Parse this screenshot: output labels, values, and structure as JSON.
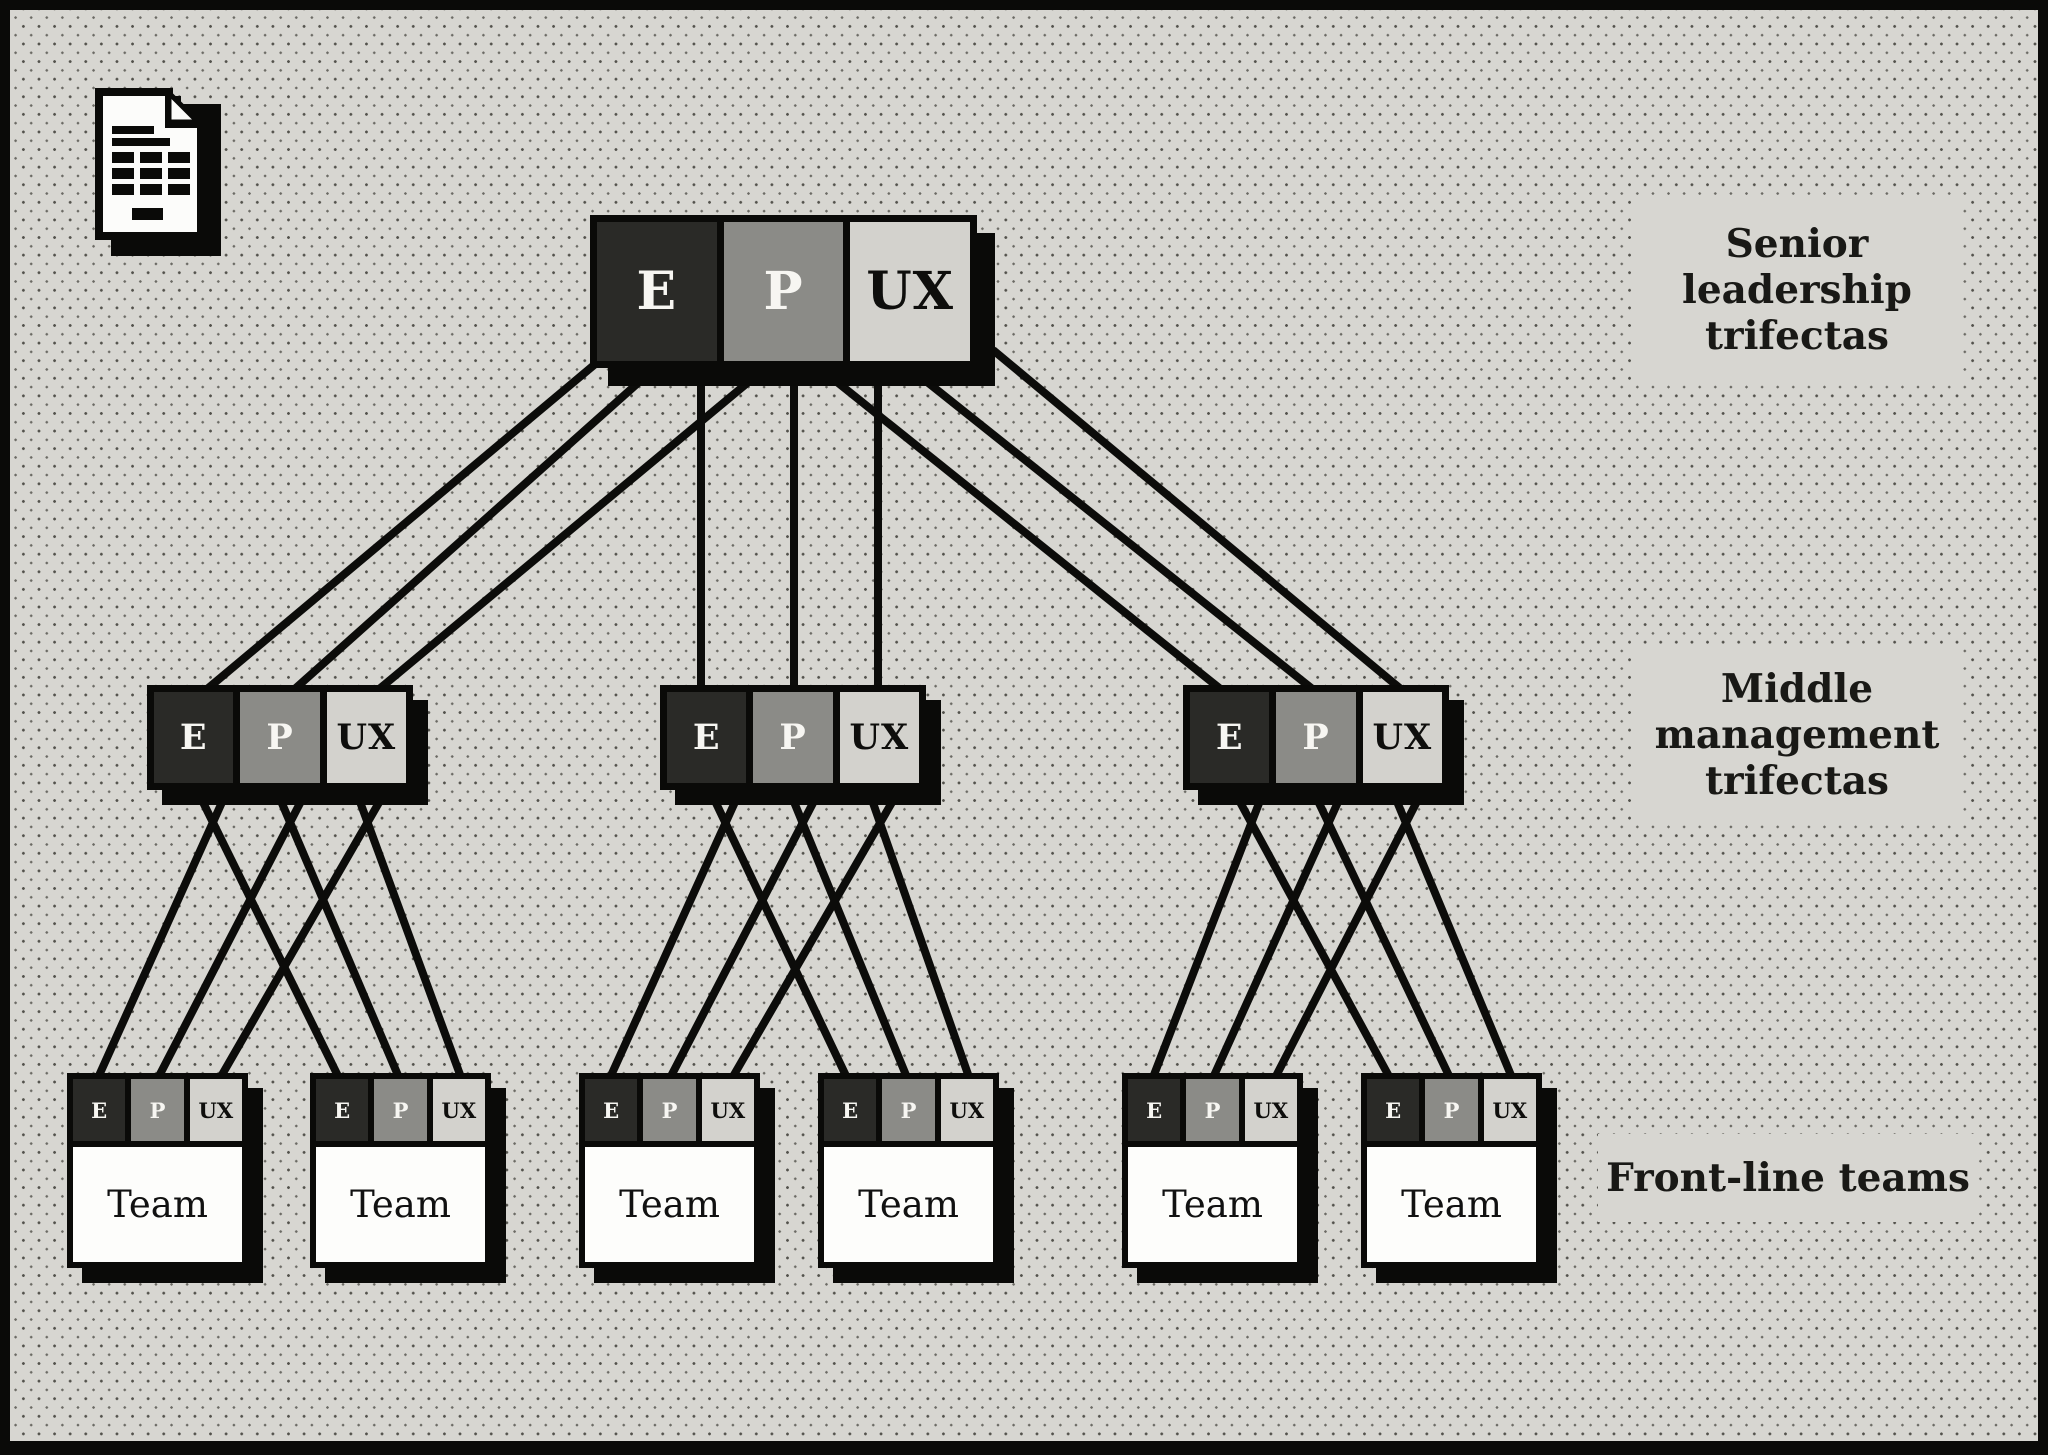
{
  "diagram_title": "",
  "letters": {
    "e": "E",
    "p": "P",
    "ux": "UX"
  },
  "team_label": "Team",
  "levels": {
    "senior": {
      "label": "Senior\nleadership\ntrifectas"
    },
    "middle": {
      "label": "Middle\nmanagement\ntrifectas"
    },
    "frontline": {
      "label": "Front-line teams"
    }
  },
  "structure": {
    "senior_trifectas": 1,
    "middle_trifectas": 3,
    "frontline_teams": 6,
    "teams_per_middle_trifecta": 2
  },
  "colors": {
    "background": "#d7d6d1",
    "dot": "#53524c",
    "black": "#0a0a08",
    "cell_dark": "#2a2a27",
    "cell_mid": "#8b8b87",
    "cell_light": "#d3d2cd",
    "team_white": "#fdfdfb",
    "label_text": "#191916"
  },
  "icon": {
    "name": "document-icon"
  },
  "edges": {
    "color": "#0c0c0a",
    "stroke_width": 8,
    "lines": [
      [
        612,
        350,
        200,
        695
      ],
      [
        675,
        350,
        288,
        695
      ],
      [
        787,
        350,
        372,
        695
      ],
      [
        701,
        350,
        701,
        695
      ],
      [
        794,
        350,
        794,
        695
      ],
      [
        878,
        350,
        878,
        695
      ],
      [
        797,
        350,
        1228,
        695
      ],
      [
        887,
        350,
        1320,
        695
      ],
      [
        993,
        350,
        1408,
        695
      ],
      [
        192,
        780,
        340,
        1080
      ],
      [
        232,
        780,
        97,
        1080
      ],
      [
        272,
        780,
        400,
        1080
      ],
      [
        312,
        780,
        157,
        1080
      ],
      [
        352,
        780,
        462,
        1080
      ],
      [
        392,
        780,
        219,
        1080
      ],
      [
        705,
        780,
        848,
        1080
      ],
      [
        745,
        780,
        609,
        1080
      ],
      [
        785,
        780,
        908,
        1080
      ],
      [
        825,
        780,
        669,
        1080
      ],
      [
        865,
        780,
        970,
        1080
      ],
      [
        905,
        780,
        731,
        1080
      ],
      [
        1228,
        780,
        1391,
        1080
      ],
      [
        1268,
        780,
        1152,
        1080
      ],
      [
        1308,
        780,
        1451,
        1080
      ],
      [
        1348,
        780,
        1212,
        1080
      ],
      [
        1388,
        780,
        1513,
        1080
      ],
      [
        1428,
        780,
        1274,
        1080
      ]
    ]
  }
}
